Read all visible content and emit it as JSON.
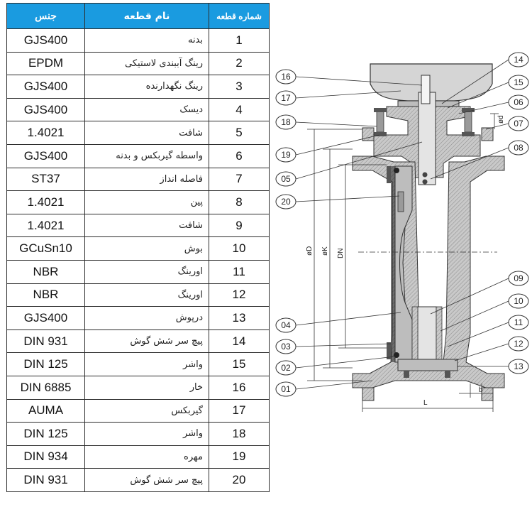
{
  "table": {
    "headers": {
      "material": "جنس",
      "name": "نام قطعه",
      "number": "شماره قطعه"
    },
    "rows": [
      {
        "no": "1",
        "name": "بدنه",
        "material": "GJS400"
      },
      {
        "no": "2",
        "name": "رینگ آببندی لاستیکی",
        "material": "EPDM"
      },
      {
        "no": "3",
        "name": "رینگ نگهدارنده",
        "material": "GJS400"
      },
      {
        "no": "4",
        "name": "دیسک",
        "material": "GJS400"
      },
      {
        "no": "5",
        "name": "شافت",
        "material": "1.4021"
      },
      {
        "no": "6",
        "name": "واسطه گیربکس و بدنه",
        "material": "GJS400"
      },
      {
        "no": "7",
        "name": "فاصله انداز",
        "material": "ST37"
      },
      {
        "no": "8",
        "name": "پین",
        "material": "1.4021"
      },
      {
        "no": "9",
        "name": "شافت",
        "material": "1.4021"
      },
      {
        "no": "10",
        "name": "بوش",
        "material": "GCuSn10"
      },
      {
        "no": "11",
        "name": "اورینگ",
        "material": "NBR"
      },
      {
        "no": "12",
        "name": "اورینگ",
        "material": "NBR"
      },
      {
        "no": "13",
        "name": "درپوش",
        "material": "GJS400"
      },
      {
        "no": "14",
        "name": "پیچ سر شش گوش",
        "material": "DIN 931"
      },
      {
        "no": "15",
        "name": "واشر",
        "material": "DIN 125"
      },
      {
        "no": "16",
        "name": "خار",
        "material": "DIN 6885"
      },
      {
        "no": "17",
        "name": "گیربکس",
        "material": "AUMA"
      },
      {
        "no": "18",
        "name": "واشر",
        "material": "DIN 125"
      },
      {
        "no": "19",
        "name": "مهره",
        "material": "DIN 934"
      },
      {
        "no": "20",
        "name": "پیچ سر شش گوش",
        "material": "DIN 931"
      }
    ]
  },
  "diagram": {
    "callouts_left": [
      "16",
      "17",
      "18",
      "19",
      "05",
      "20",
      "04",
      "03",
      "02",
      "01"
    ],
    "callouts_right": [
      "14",
      "15",
      "06",
      "07",
      "08",
      "09",
      "10",
      "11",
      "12",
      "13"
    ],
    "dimensions": {
      "d": "ød",
      "D": "øD",
      "K": "øK",
      "DN": "DN",
      "b": "b",
      "L": "L"
    }
  }
}
